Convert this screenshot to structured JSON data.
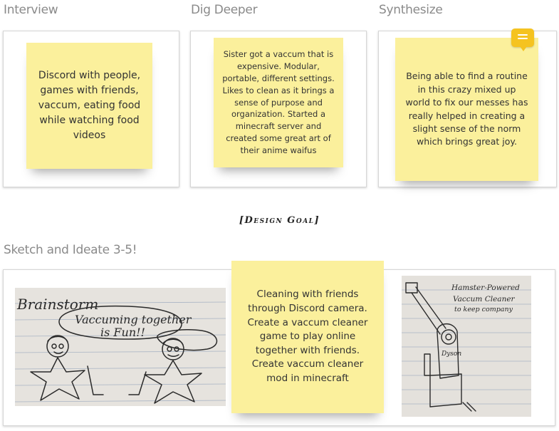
{
  "sections": {
    "interview": "Interview",
    "dig_deeper": "Dig Deeper",
    "synthesize": "Synthesize",
    "sketch": "Sketch and Ideate 3-5!"
  },
  "notes": {
    "interview": "Discord with people, games with friends, vaccum, eating food while watching food videos",
    "dig_deeper": "Sister got a vaccum that is expensive. Modular, portable, different settings. Likes to clean as it brings a sense of purpose and organization. Started a minecraft server and created some great art of their anime waifus",
    "synthesize": "Being able to find a routine in this crazy mixed up world to fix our messes has really helped in creating a slight sense of the norm which brings great joy.",
    "ideate": "Cleaning with friends through Discord camera. Create a vaccum cleaner game to play online together with friends. Create vaccum cleaner mod in minecraft"
  },
  "design_goal": "[Design Goal]",
  "sketch_left": {
    "title": "Brainstorm",
    "bubble_line1": "Vaccuming together",
    "bubble_line2": "is Fun!!"
  },
  "sketch_right": {
    "line1": "Hamster-Powered",
    "line2": "Vaccum Cleaner",
    "line3": "to keep company",
    "brand": "Dyson"
  },
  "colors": {
    "sticky": "#fbf09c",
    "comment_badge": "#f5c320",
    "label": "#8a8a8a"
  },
  "icons": [
    "comment-icon"
  ]
}
